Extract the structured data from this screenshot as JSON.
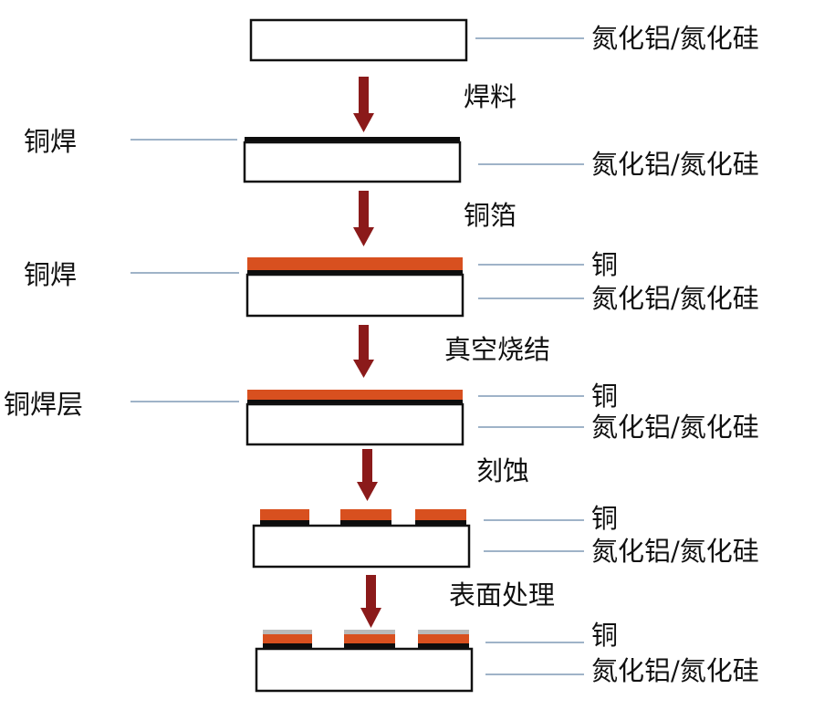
{
  "colors": {
    "substrate_fill": "#ffffff",
    "substrate_border": "#111111",
    "solder": "#0d0d0d",
    "copper": "#d8501f",
    "surface_finish": "#b9b9b9",
    "arrow": "#8b1a1a",
    "leader_line": "#9fb3c8"
  },
  "labels": {
    "substrate": "氮化铝/氮化硅",
    "copper": "铜",
    "copper_solder": "铜焊",
    "copper_solder_layer": "铜焊层"
  },
  "process_steps": [
    {
      "step": "焊料"
    },
    {
      "step": "铜箔"
    },
    {
      "step": "真空烧结"
    },
    {
      "step": "刻蚀"
    },
    {
      "step": "表面处理"
    }
  ]
}
